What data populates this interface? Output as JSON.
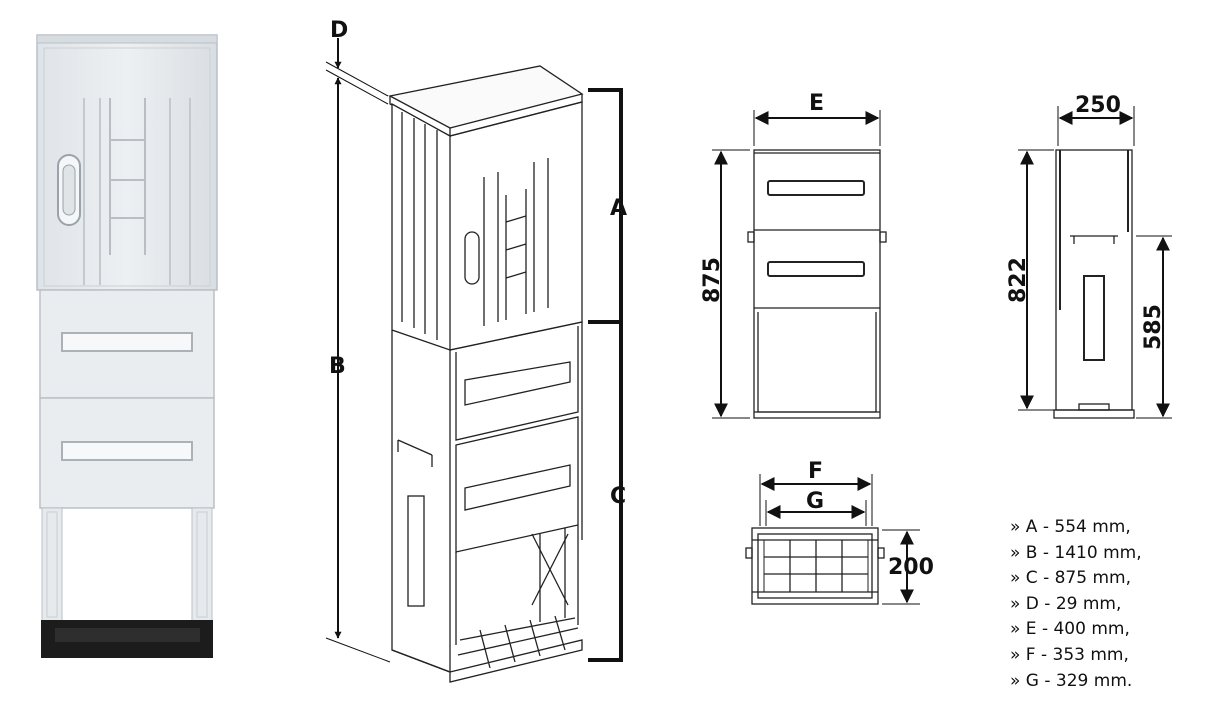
{
  "dimension_labels": {
    "A": "A",
    "B": "B",
    "C": "C",
    "D": "D",
    "E": "E",
    "F": "F",
    "G": "G",
    "d875": "875",
    "d822": "822",
    "d585": "585",
    "d250": "250",
    "d200": "200"
  },
  "specifications": [
    "» A - 554 mm,",
    "» B - 1410 mm,",
    "» C - 875 mm,",
    "» D  - 29 mm,",
    "» E - 400 mm,",
    "» F - 353 mm,",
    "» G - 329 mm."
  ],
  "colors": {
    "cabinet_fill": "#e8ecef",
    "cabinet_edge": "#b9c1c7",
    "base_dark": "#1c1c1c",
    "line": "#111111"
  }
}
